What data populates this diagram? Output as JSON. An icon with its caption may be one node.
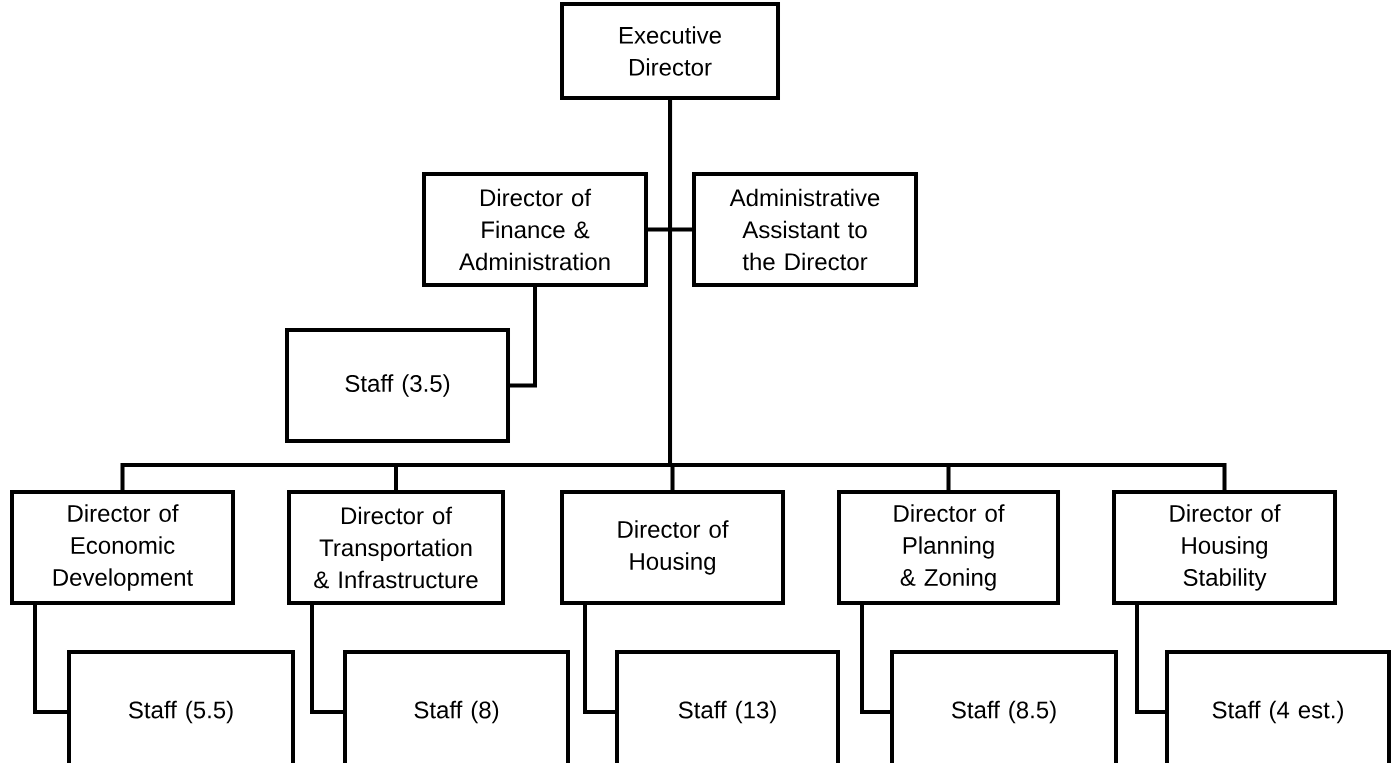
{
  "diagram": {
    "nodes": [
      {
        "text": [
          "Executive Director"
        ]
      },
      {
        "text": [
          "Director of Finance & Administration"
        ]
      },
      {
        "text": [
          "Administrative Assistant to the Director"
        ]
      },
      {
        "text": [
          "Staff (3.5)"
        ]
      },
      {
        "text": [
          "Director of Economic Development"
        ]
      },
      {
        "text": [
          "Director of Transportation & Infrastructure"
        ]
      },
      {
        "text": [
          "Director of Housing"
        ]
      },
      {
        "text": [
          "Director of Planning & Zoning"
        ]
      },
      {
        "text": [
          "Director of Housing Stability"
        ]
      },
      {
        "text": [
          "Staff (5.5)"
        ]
      },
      {
        "text": [
          "Staff (8)"
        ]
      },
      {
        "text": [
          "Staff (13)"
        ]
      },
      {
        "text": [
          "Staff (8.5)"
        ]
      },
      {
        "text": [
          "Staff (4 est.)"
        ]
      }
    ],
    "edges": [
      {
        "from": 0,
        "to": 1,
        "arrow": "none"
      },
      {
        "from": 0,
        "to": 2,
        "arrow": "none"
      },
      {
        "from": 1,
        "to": 3,
        "arrow": "none"
      },
      {
        "from": 0,
        "to": 4,
        "arrow": "none"
      },
      {
        "from": 0,
        "to": 5,
        "arrow": "none"
      },
      {
        "from": 0,
        "to": 6,
        "arrow": "none"
      },
      {
        "from": 0,
        "to": 7,
        "arrow": "none"
      },
      {
        "from": 0,
        "to": 8,
        "arrow": "none"
      },
      {
        "from": 4,
        "to": 9,
        "arrow": "none"
      },
      {
        "from": 5,
        "to": 10,
        "arrow": "none"
      },
      {
        "from": 6,
        "to": 11,
        "arrow": "none"
      },
      {
        "from": 7,
        "to": 12,
        "arrow": "none"
      },
      {
        "from": 8,
        "to": 13,
        "arrow": "none"
      }
    ]
  }
}
